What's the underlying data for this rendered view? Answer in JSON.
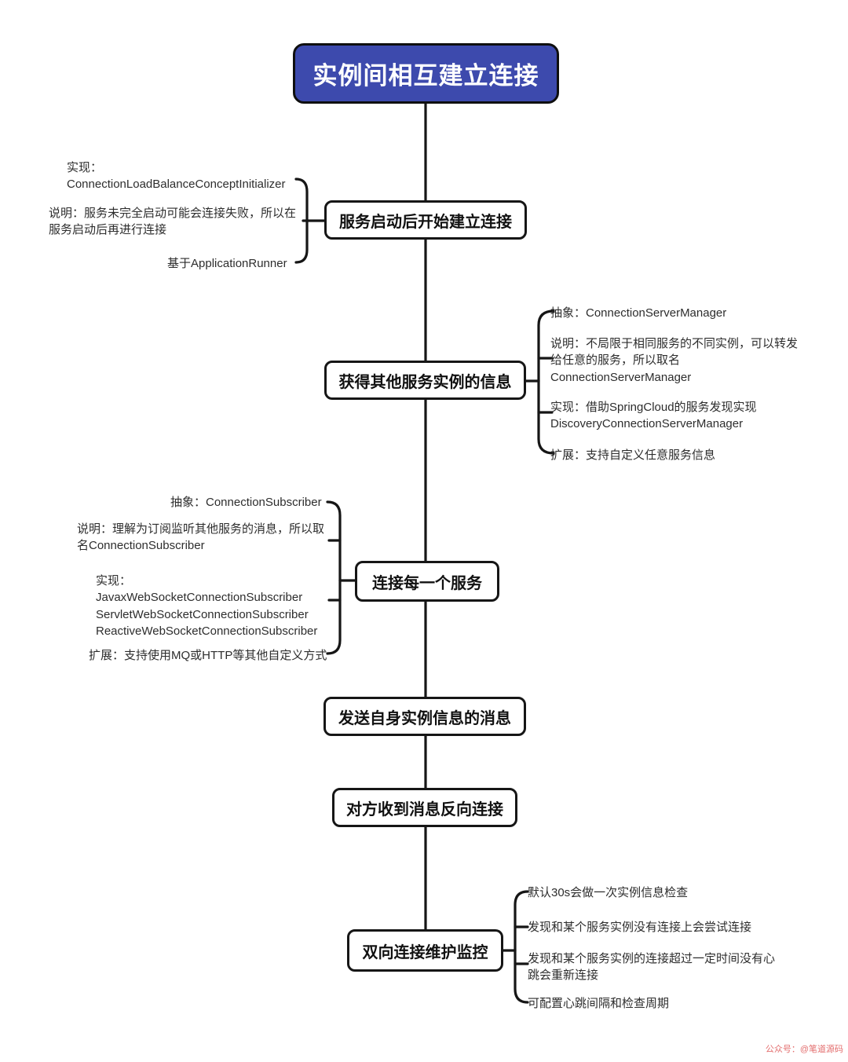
{
  "colors": {
    "accent": "#3d4aad",
    "line": "#161616",
    "ink": "#2d2d2d",
    "watermark": "#e36d6d",
    "canvas": "#ffffff"
  },
  "title": {
    "label": "实例间相互建立连接"
  },
  "nodes": [
    {
      "label": "服务启动后开始建立连接"
    },
    {
      "label": "获得其他服务实例的信息"
    },
    {
      "label": "连接每一个服务"
    },
    {
      "label": "发送自身实例信息的消息"
    },
    {
      "label": "对方收到消息反向连接"
    },
    {
      "label": "双向连接维护监控"
    }
  ],
  "annotations": {
    "service_start": [
      {
        "text": "实现：\nConnectionLoadBalanceConceptInitializer"
      },
      {
        "text": "说明：服务未完全启动可能会连接失败，所以在\n服务启动后再进行连接"
      },
      {
        "text": "基于ApplicationRunner"
      }
    ],
    "instance_info": [
      {
        "text": "抽象：ConnectionServerManager"
      },
      {
        "text": "说明：不局限于相同服务的不同实例，可以转发\n给任意的服务，所以取名\nConnectionServerManager"
      },
      {
        "text": "实现：借助SpringCloud的服务发现实现\nDiscoveryConnectionServerManager"
      },
      {
        "text": "扩展：支持自定义任意服务信息"
      }
    ],
    "connect_each": [
      {
        "text": "抽象：ConnectionSubscriber"
      },
      {
        "text": "说明：理解为订阅监听其他服务的消息，所以取\n名ConnectionSubscriber"
      },
      {
        "text": "实现：\nJavaxWebSocketConnectionSubscriber\nServletWebSocketConnectionSubscriber\nReactiveWebSocketConnectionSubscriber"
      },
      {
        "text": "扩展：支持使用MQ或HTTP等其他自定义方式"
      }
    ],
    "monitor": [
      {
        "text": "默认30s会做一次实例信息检查"
      },
      {
        "text": "发现和某个服务实例没有连接上会尝试连接"
      },
      {
        "text": "发现和某个服务实例的连接超过一定时间没有心\n跳会重新连接"
      },
      {
        "text": "可配置心跳间隔和检查周期"
      }
    ]
  },
  "watermark": {
    "label": "公众号：@笔道源码"
  }
}
